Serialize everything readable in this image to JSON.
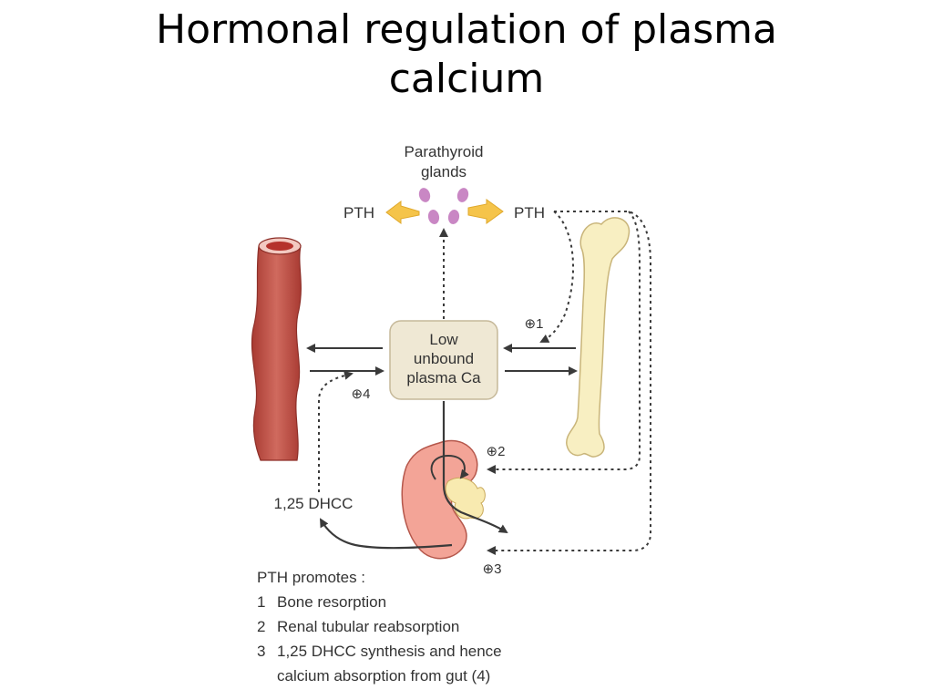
{
  "title": {
    "line1": "Hormonal regulation of plasma",
    "line2": "calcium"
  },
  "diagram": {
    "glands_label_1": "Parathyroid",
    "glands_label_2": "glands",
    "pth_left": "PTH",
    "pth_right": "PTH",
    "center_1": "Low",
    "center_2": "unbound",
    "center_3": "plasma Ca",
    "marker_1": "⊕1",
    "marker_2": "⊕2",
    "marker_3": "⊕3",
    "marker_4": "⊕4",
    "dhcc": "1,25 DHCC"
  },
  "legend": {
    "heading": "PTH promotes :",
    "items": [
      {
        "num": "1",
        "text": "Bone resorption"
      },
      {
        "num": "2",
        "text": "Renal tubular reabsorption"
      },
      {
        "num": "3",
        "text": "1,25 DHCC synthesis and hence"
      }
    ],
    "item3_cont": "calcium absorption from gut (4)"
  },
  "colors": {
    "gut": "#c9554a",
    "bone": "#f8efc2",
    "kidney": "#f3a497",
    "gland": "#c987c4",
    "center_box": "#efe8d4",
    "pth_arrow": "#f5c44a"
  }
}
